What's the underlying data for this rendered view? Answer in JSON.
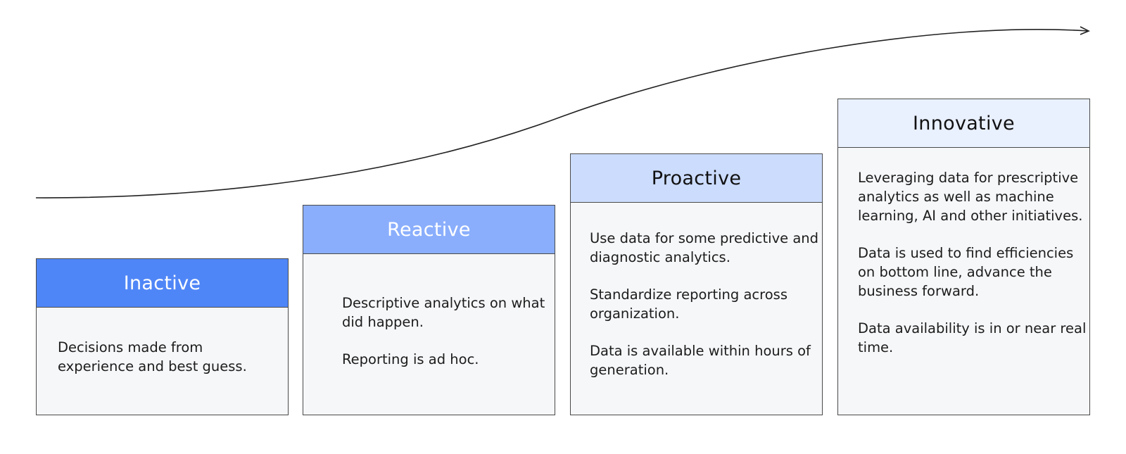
{
  "stages": [
    {
      "title": "Inactive",
      "lines": [
        "Decisions made from experience and best guess."
      ]
    },
    {
      "title": "Reactive",
      "lines": [
        "Descriptive analytics on what did happen.",
        "Reporting is ad hoc."
      ]
    },
    {
      "title": "Proactive",
      "lines": [
        "Use data for some predictive and diagnostic analytics.",
        "Standardize reporting across organization.",
        "Data is available within hours of generation."
      ]
    },
    {
      "title": "Innovative",
      "lines": [
        "Leveraging data for prescriptive analytics as well as machine learning, AI and other initiatives.",
        "Data is used to find efficiencies on bottom line, advance the business forward.",
        "Data availability is in or near real time."
      ]
    }
  ],
  "colors": {
    "inactive_header": "#4f86f7",
    "reactive_header": "#8aaefc",
    "proactive_header": "#ccdcfd",
    "innovative_header": "#e9f0fe",
    "box_background": "#f6f7f9",
    "border": "#4a4a4a"
  },
  "icons": {
    "progress_curve": "arrow-right-icon"
  }
}
